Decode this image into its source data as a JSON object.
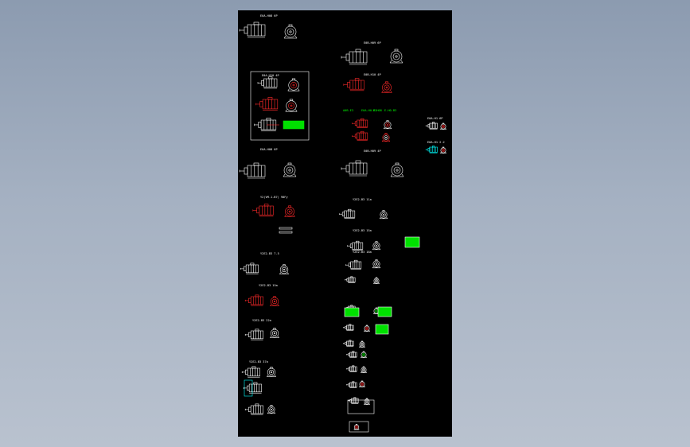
{
  "viewer": {
    "background_top": "#8c9bb0",
    "background_bottom": "#b9c2cf",
    "sheet_color": "#000000"
  },
  "colors": {
    "line": "#ffffff",
    "accent_red": "#ff2a2a",
    "accent_green": "#00e000",
    "accent_cyan": "#00ffff"
  },
  "motors": [
    {
      "id": "m-a1",
      "label": "E0A-H08 6P",
      "style": "large"
    },
    {
      "id": "m-b1",
      "label": "E0B-H09 6P",
      "style": "large"
    },
    {
      "id": "m-box",
      "label": "E0A-H10 4P",
      "style": "boxed-red"
    },
    {
      "id": "m-b2",
      "label": "E0B-H10 4P",
      "style": "red"
    },
    {
      "id": "m-a2",
      "label": "E0A-H08 6P",
      "style": "large"
    },
    {
      "id": "m-b3",
      "label": "E0B-H09 4P",
      "style": "large"
    },
    {
      "id": "m-a3",
      "label": "Y2(VM-1-B7) 90Fy",
      "style": "red"
    },
    {
      "id": "m-a4",
      "label": "Y2E2-B3 7.5",
      "style": "small"
    },
    {
      "id": "m-a5",
      "label": "Y2E2-B3 15a",
      "style": "small"
    },
    {
      "id": "m-a6",
      "label": "Y2E2-B3 22a",
      "style": "small"
    },
    {
      "id": "m-a7",
      "label": "Y2E2-B3 37a",
      "style": "small"
    },
    {
      "id": "m-b4",
      "label": "Y2E2-B3 11a",
      "style": "small"
    },
    {
      "id": "m-b5",
      "label": "Y2E2-B3 15a",
      "style": "small"
    },
    {
      "id": "m-b6",
      "label": "Y2E2-B3 18a",
      "style": "small"
    }
  ],
  "notes": {
    "green_row": [
      "A0B-E3",
      "E0A-H0-B3",
      "E-H08",
      "E-H0-B3"
    ],
    "side_a": "E0A-H1 6P",
    "side_b": "E0A-H1 2.2"
  }
}
